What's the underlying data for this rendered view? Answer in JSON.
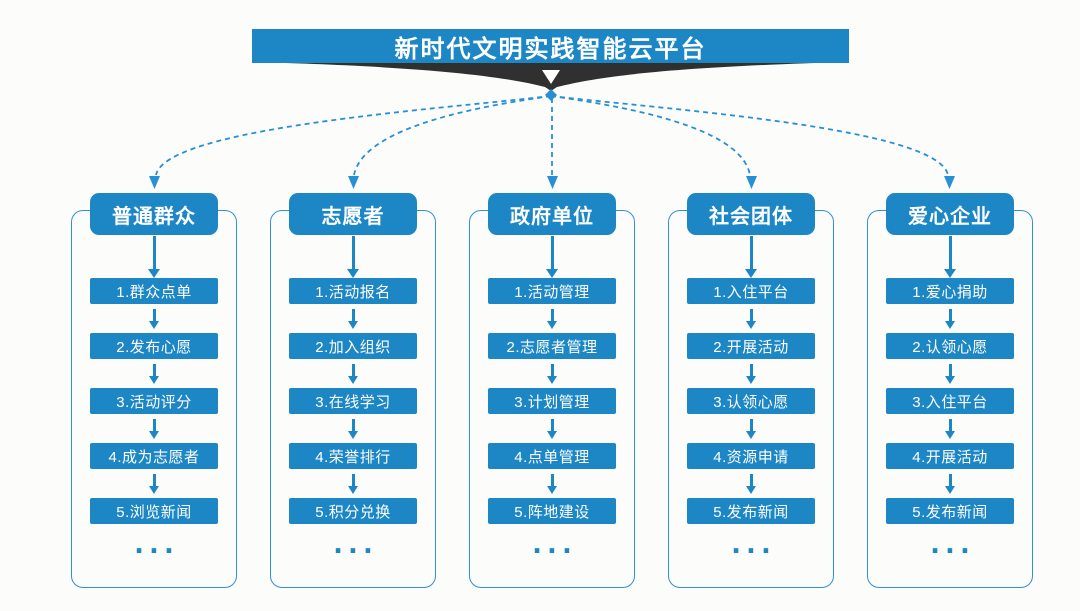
{
  "header": {
    "title": "新时代文明实践智能云平台"
  },
  "icons": {
    "down_arrow": "▼",
    "flow_arrow": "↓"
  },
  "colors": {
    "primary_blue": "#1d87c6",
    "line_blue": "#2690d4",
    "ribbon_dark": "#303030",
    "text_on_primary": "#ffffff",
    "background": "#fcfcfb"
  },
  "columns": [
    {
      "title": "普通群众",
      "items": [
        "1.群众点单",
        "2.发布心愿",
        "3.活动评分",
        "4.成为志愿者",
        "5.浏览新闻"
      ],
      "more": "..."
    },
    {
      "title": "志愿者",
      "items": [
        "1.活动报名",
        "2.加入组织",
        "3.在线学习",
        "4.荣誉排行",
        "5.积分兑换"
      ],
      "more": "..."
    },
    {
      "title": "政府单位",
      "items": [
        "1.活动管理",
        "2.志愿者管理",
        "3.计划管理",
        "4.点单管理",
        "5.阵地建设"
      ],
      "more": "..."
    },
    {
      "title": "社会团体",
      "items": [
        "1.入住平台",
        "2.开展活动",
        "3.认领心愿",
        "4.资源申请",
        "5.发布新闻"
      ],
      "more": "..."
    },
    {
      "title": "爱心企业",
      "items": [
        "1.爱心捐助",
        "2.认领心愿",
        "3.入住平台",
        "4.开展活动",
        "5.发布新闻"
      ],
      "more": "..."
    }
  ]
}
